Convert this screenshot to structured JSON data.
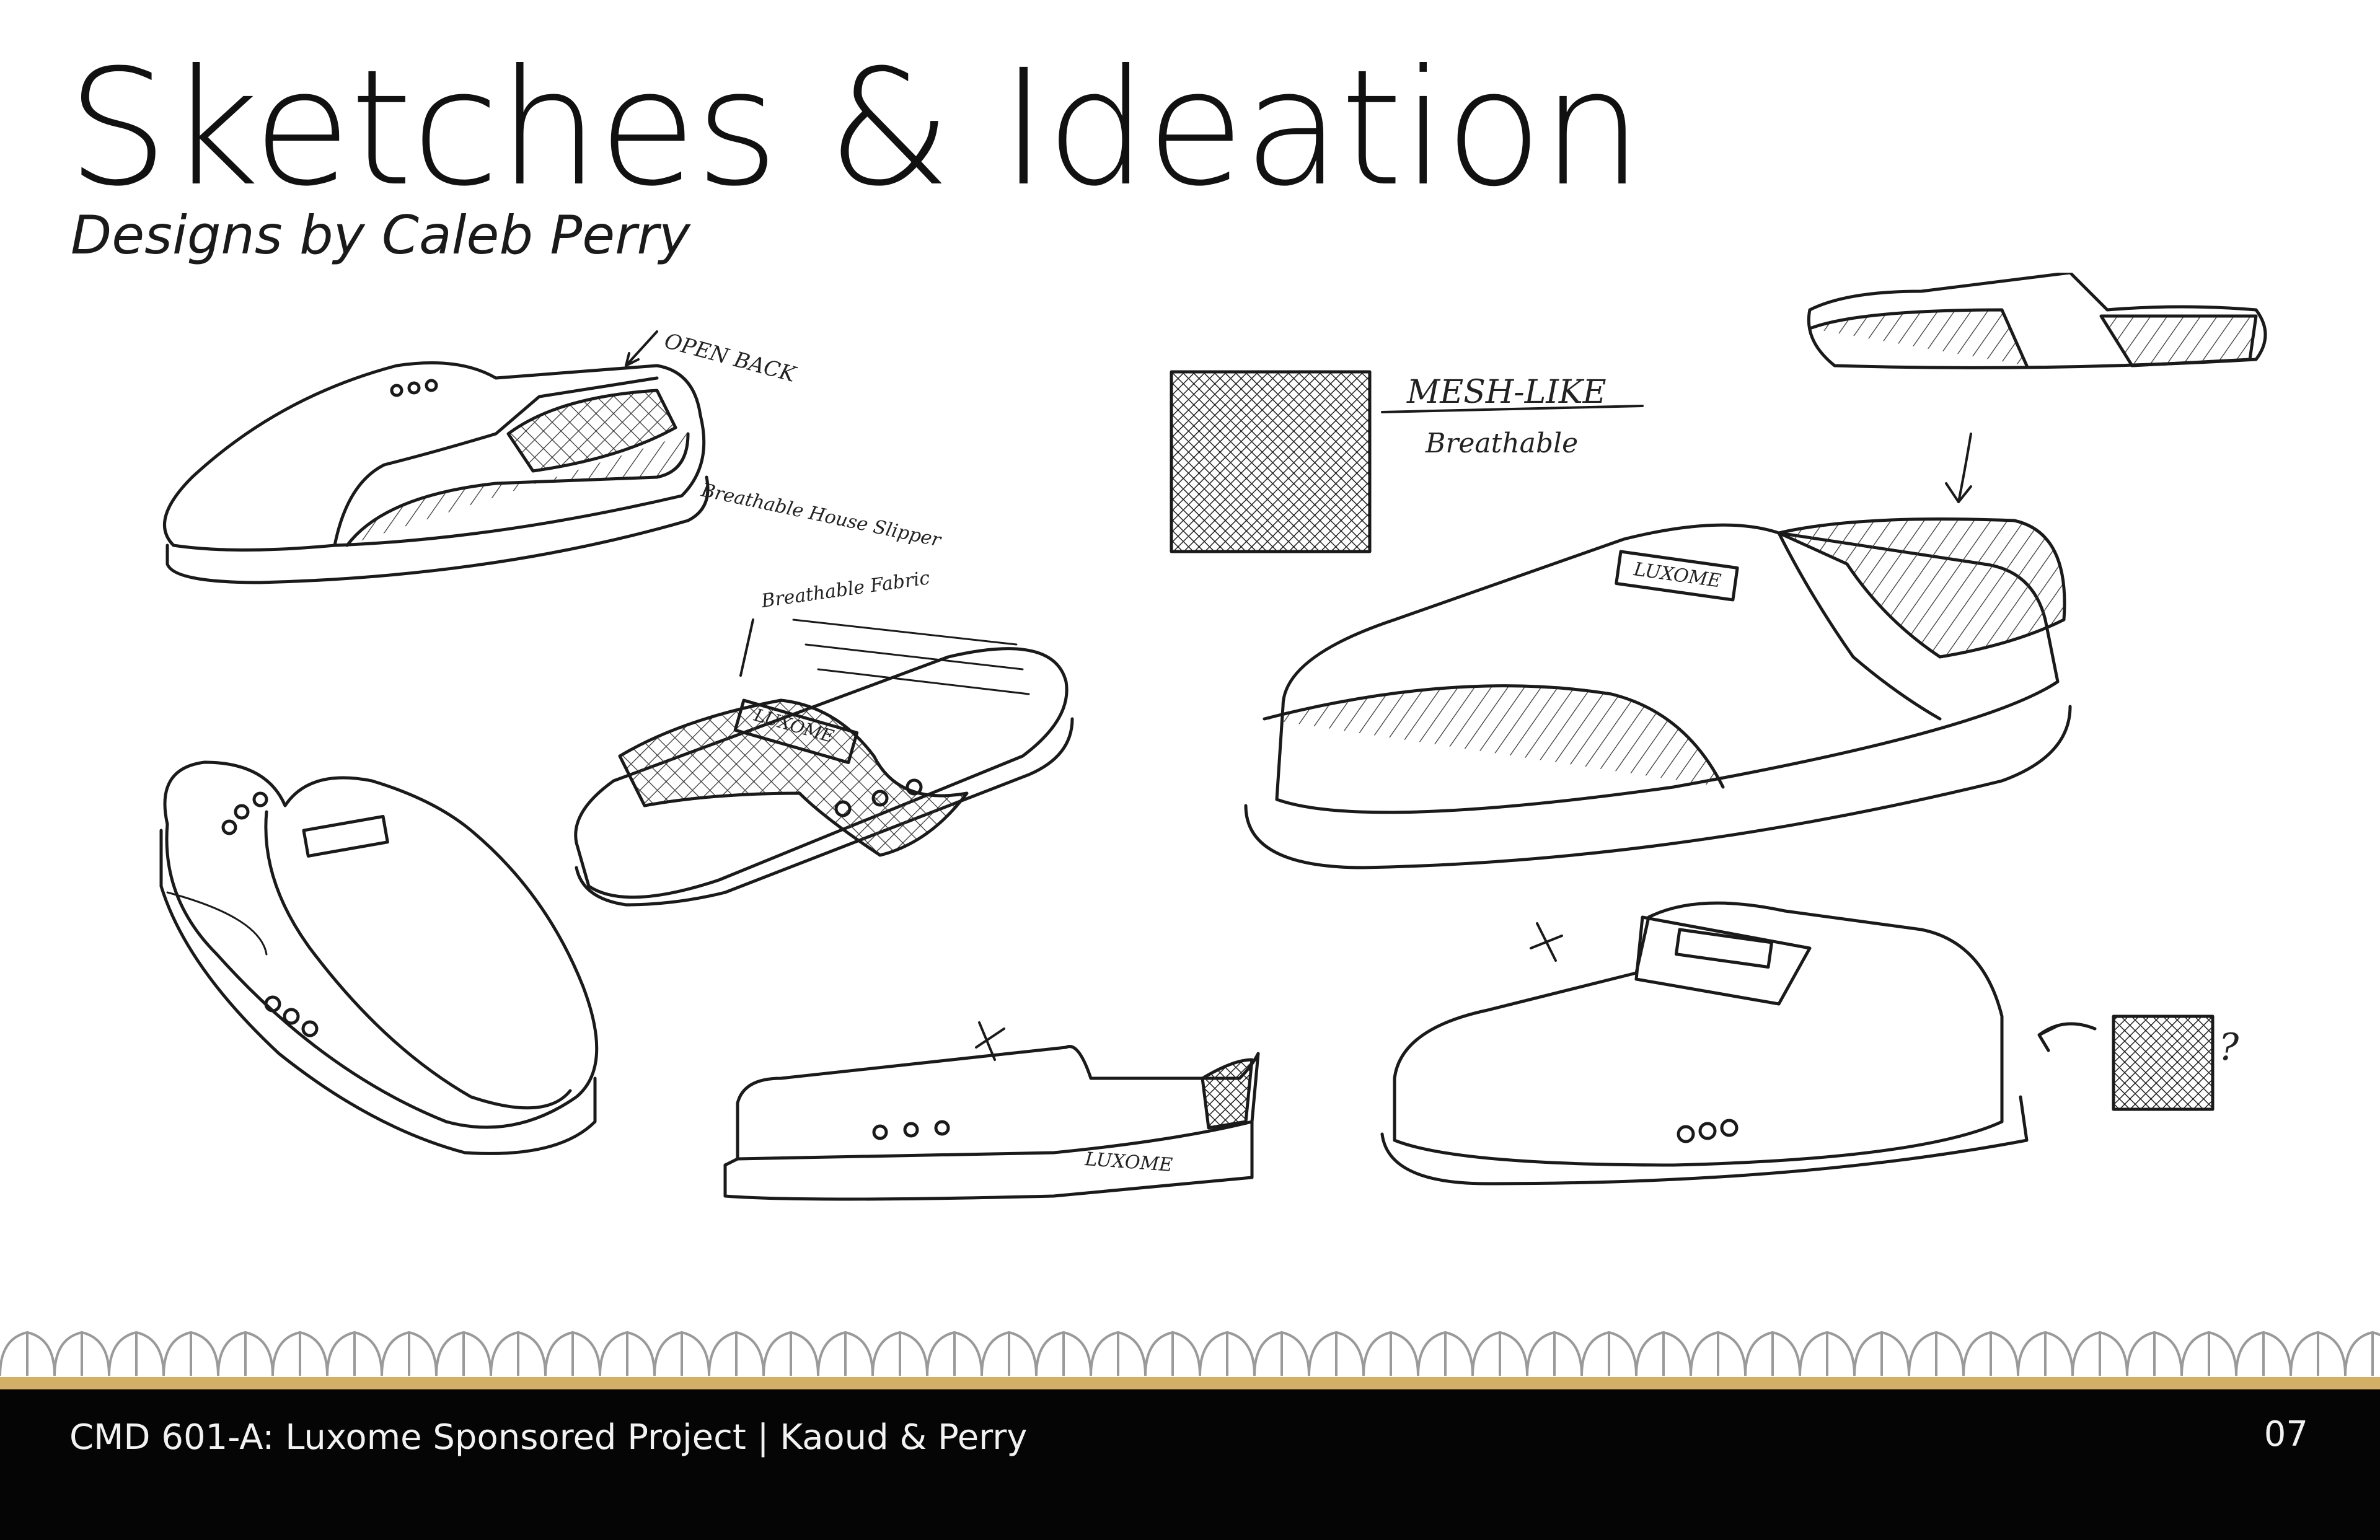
{
  "header": {
    "title": "Sketches & Ideation",
    "subtitle": "Designs by Caleb Perry"
  },
  "sketches": {
    "annotations": {
      "open_back": "OPEN BACK",
      "breathable_house_slipper": "Breathable House Slipper",
      "breathable_fabric": "Breathable Fabric",
      "mesh_like": "MESH-LIKE",
      "breathable": "Breathable",
      "brand_mark": "LUXOME",
      "question": "?"
    }
  },
  "footer": {
    "course_text": "CMD 601-A:  Luxome Sponsored Project  |  Kaoud & Perry",
    "page_number": "07"
  },
  "colors": {
    "accent_gold": "#d4b067",
    "footer_bg": "#050505",
    "ink": "#1a1a1a"
  }
}
